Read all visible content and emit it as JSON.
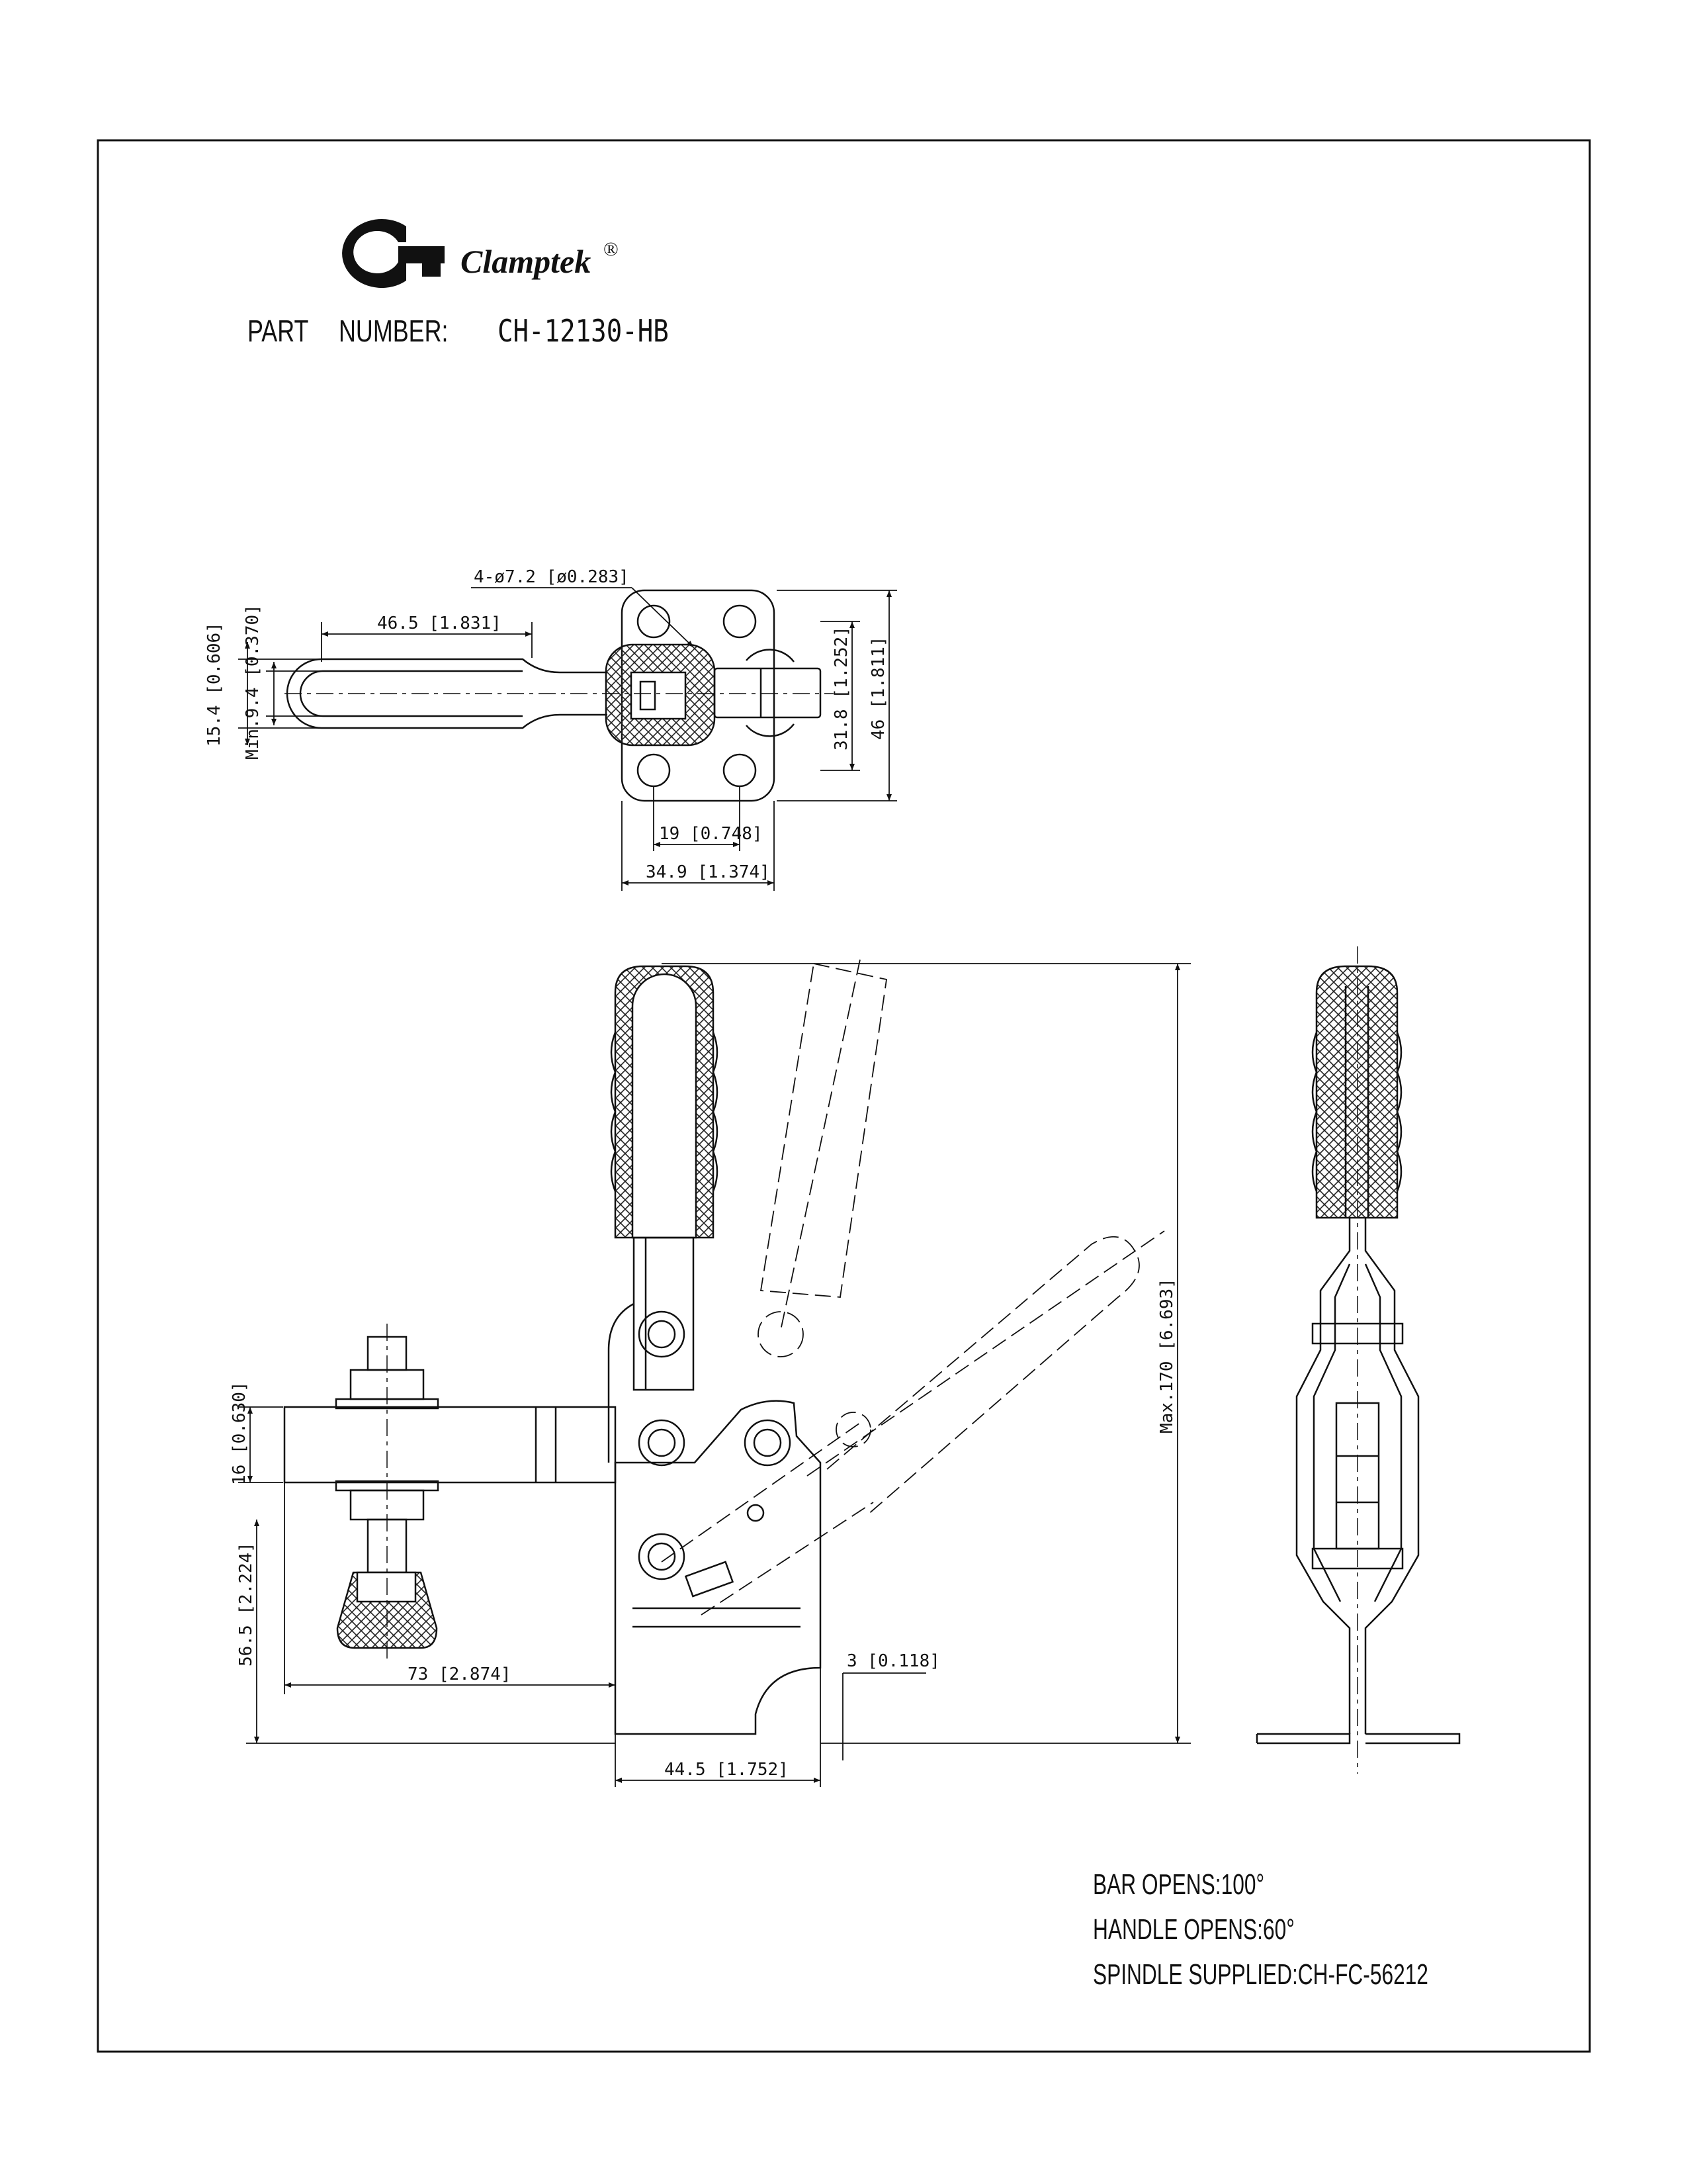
{
  "brand": {
    "name": "Clamptek",
    "registered_mark": "®"
  },
  "part_label": {
    "word1": "PART",
    "word2": "NUMBER:",
    "number": "CH-12130-HB"
  },
  "top_view_dims": {
    "hole_callout": "4-ø7.2 [ø0.283]",
    "handle_length": "46.5 [1.831]",
    "outer_width": "15.4 [0.606]",
    "min_width": "Min.9.4 [0.370]",
    "hole_spacing_v": "31.8 [1.252]",
    "base_height": "46 [1.811]",
    "hole_spacing_h": "19 [0.748]",
    "base_width": "34.9 [1.374]"
  },
  "side_view_dims": {
    "max_height": "Max.170 [6.693]",
    "bar_thickness": "16 [0.630]",
    "spindle_height": "56.5 [2.224]",
    "bar_reach": "73 [2.874]",
    "base_offset": "3 [0.118]",
    "base_length": "44.5 [1.752]"
  },
  "specs": {
    "bar_opens": "BAR OPENS:100°",
    "handle_opens": "HANDLE OPENS:60°",
    "spindle": "SPINDLE SUPPLIED:CH-FC-56212"
  }
}
